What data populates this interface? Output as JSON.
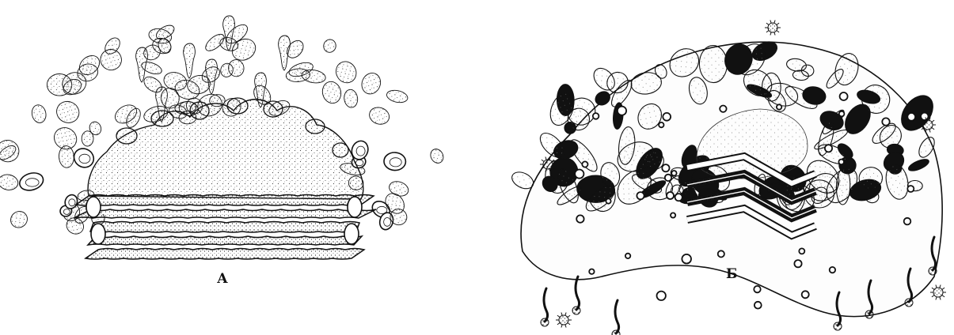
{
  "figure": {
    "panels": [
      {
        "label": "А",
        "subject": "golgi-apparatus-vesicular",
        "stack_cisternae": 5
      },
      {
        "label": "Б",
        "subject": "golgi-apparatus-tubular-network",
        "stack_cisternae": 4
      }
    ],
    "colors": {
      "ink": "#111111",
      "paper": "#ffffff",
      "stipple": "#555555"
    },
    "style": "pen-and-ink stippled illustration"
  }
}
